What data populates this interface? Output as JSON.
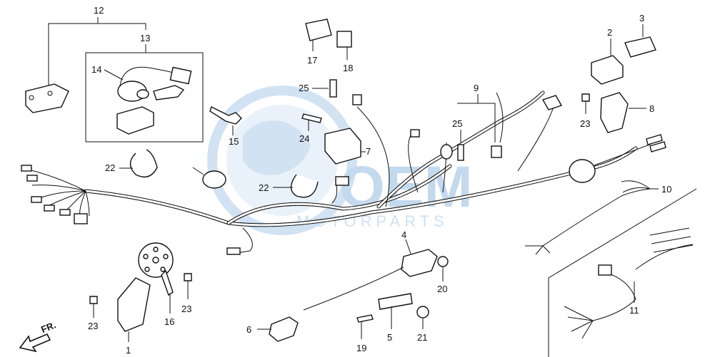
{
  "diagram": {
    "callouts": {
      "c1": "1",
      "c2": "2",
      "c3": "3",
      "c4": "4",
      "c5": "5",
      "c6": "6",
      "c7": "7",
      "c8": "8",
      "c9": "9",
      "c10": "10",
      "c11": "11",
      "c12": "12",
      "c13": "13",
      "c14": "14",
      "c15": "15",
      "c16": "16",
      "c17": "17",
      "c18": "18",
      "c19": "19",
      "c20": "20",
      "c21": "21",
      "c22a": "22",
      "c22b": "22",
      "c23a": "23",
      "c23b": "23",
      "c23c": "23",
      "c24": "24",
      "c25a": "25",
      "c25b": "25"
    },
    "direction_label": "FR.",
    "watermark": {
      "brand": "OEM",
      "sub": "MOTORPARTS",
      "color": "#b9d3ec"
    }
  }
}
